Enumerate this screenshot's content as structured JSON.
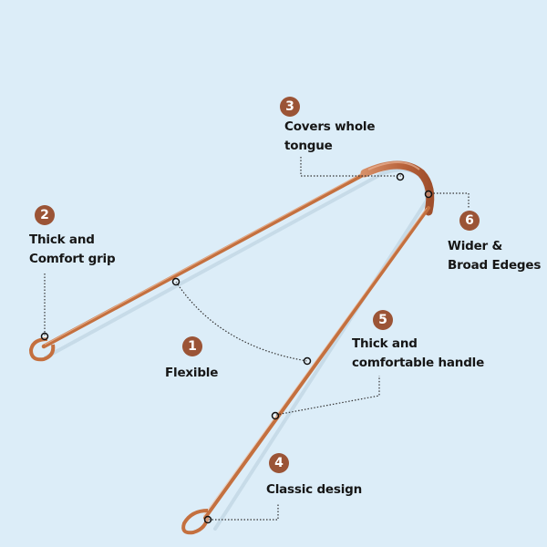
{
  "image": {
    "subject": "copper-tongue-cleaner",
    "background_color": "#dcedf8",
    "badge_color": "#9b5436",
    "copper_color": "#c8794f"
  },
  "features": [
    {
      "number": "1",
      "line1": "Flexible",
      "line2": ""
    },
    {
      "number": "2",
      "line1": "Thick and",
      "line2": "Comfort grip"
    },
    {
      "number": "3",
      "line1": "Covers whole",
      "line2": "tongue"
    },
    {
      "number": "4",
      "line1": "Classic design",
      "line2": ""
    },
    {
      "number": "5",
      "line1": "Thick and",
      "line2": "comfortable handle"
    },
    {
      "number": "6",
      "line1": "Wider &",
      "line2": "Broad Edeges"
    }
  ]
}
